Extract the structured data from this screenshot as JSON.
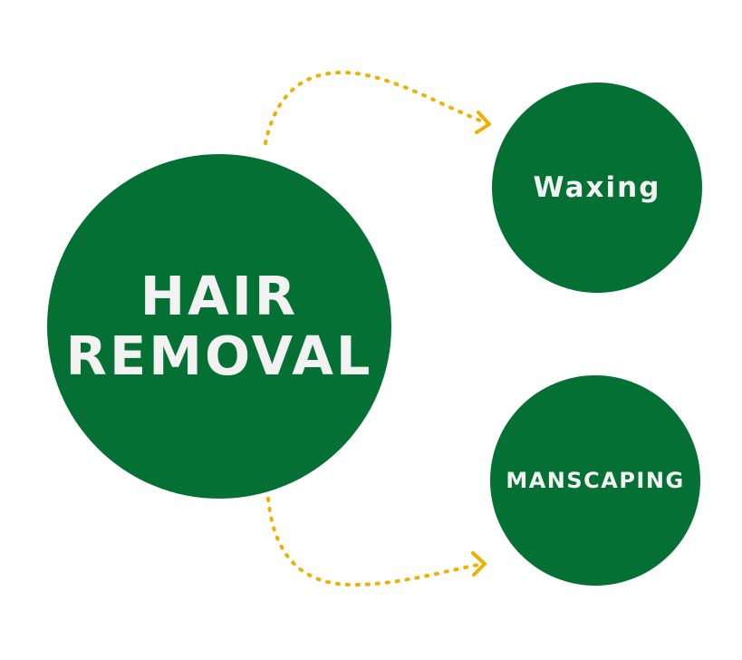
{
  "colors": {
    "node_fill": "#057034",
    "node_text": "#f2f2f2",
    "arrow": "#f0b000",
    "background": "#ffffff"
  },
  "nodes": {
    "main": {
      "line1": "HAIR",
      "line2": "REMOVAL"
    },
    "top": {
      "label": "Waxing"
    },
    "bottom": {
      "label": "MANSCAPING"
    }
  },
  "edges": [
    {
      "from": "HAIR REMOVAL",
      "to": "Waxing",
      "style": "dotted-arrow"
    },
    {
      "from": "HAIR REMOVAL",
      "to": "MANSCAPING",
      "style": "dotted-arrow"
    }
  ]
}
